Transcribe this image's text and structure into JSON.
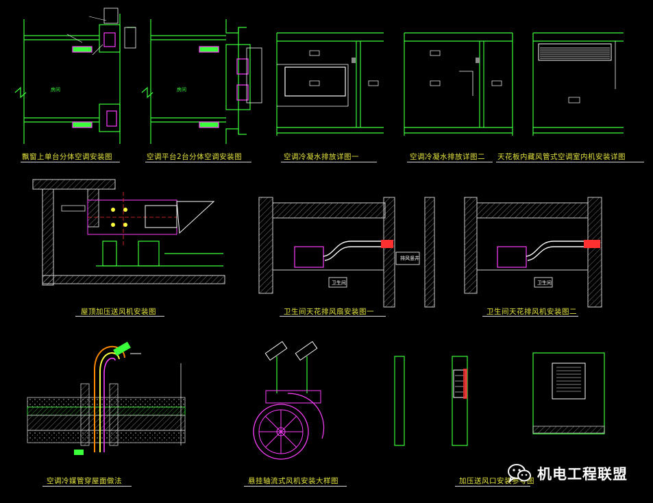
{
  "captions": {
    "c1": "飘窗上单台分体空调安装图",
    "c2": "空调平台2台分体空调安装图",
    "c3": "空调冷凝水排放详图一",
    "c4": "空调冷凝水排放详图二",
    "c5": "天花板内藏风管式空调室内机安装详图",
    "c6": "屋顶加压送风机安装图",
    "c7": "卫生间天花排风扇安装图一",
    "c8": "卫生间天花排风机安装图二",
    "c9": "空调冷媒管穿屋面做法",
    "c10": "悬挂轴流式风机安装大样图",
    "c11": "加压送风口安装参考图"
  },
  "labels": {
    "room1": "房间",
    "room2": "房间",
    "bath1": "卫生间",
    "bath2": "卫生间",
    "shaft": "排风竖井"
  },
  "watermark": {
    "text": "机电工程联盟",
    "icon": "wechat-icon"
  },
  "colors": {
    "background": "#000000",
    "wall": "#3cff3c",
    "caption": "#e6e640",
    "equipment": "#ff40ff",
    "detail": "#ffffff"
  }
}
